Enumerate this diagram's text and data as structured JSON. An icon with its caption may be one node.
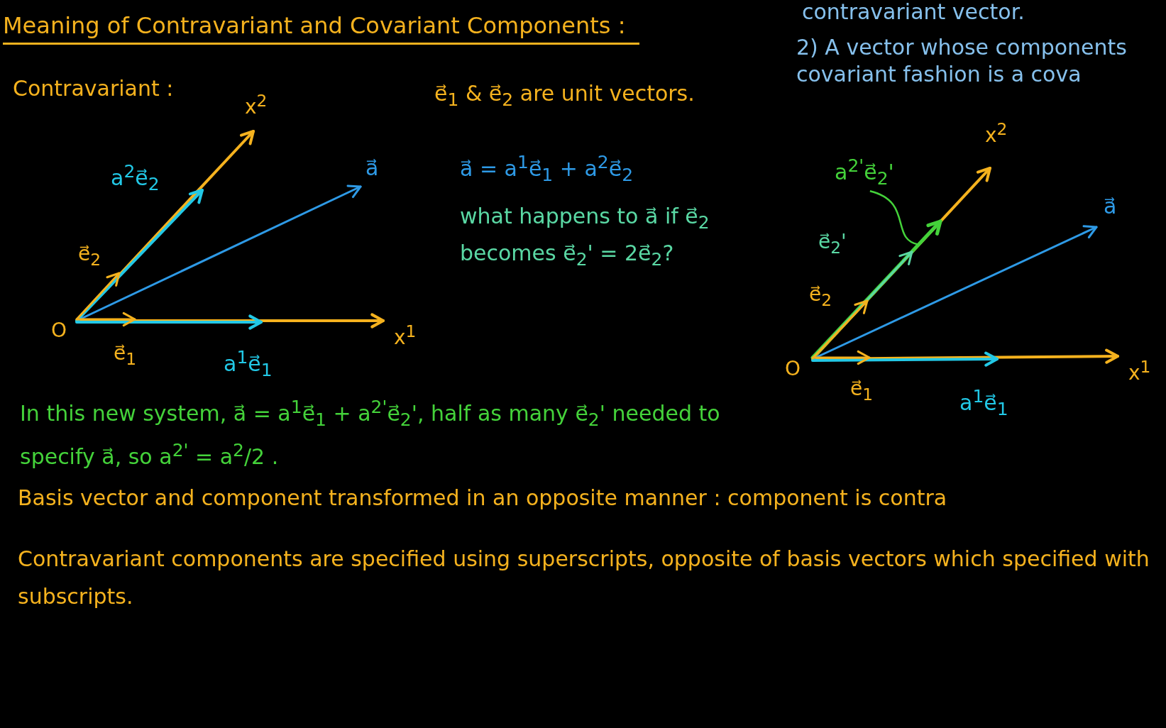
{
  "diagram": {
    "title": "Meaning of Contravariant and Covariant Components :",
    "nodes": [
      {
        "text": [
          "a$^{2'}$e⃗$_{2}$'"
        ]
      },
      {
        "text": [],
        "shape": "arrow"
      }
    ],
    "edges": [
      {
        "from": 0,
        "to": 1,
        "arrow": "none"
      }
    ],
    "labels": [
      "contravariant vector.",
      "2) A vector whose components covariant fashion is a cova",
      "Contravariant :",
      "x$^{2}$",
      "e⃗$_{1}$ & e⃗$_{2}$ are unit vectors.",
      "a$^{2}$e⃗$_{2}$",
      "a⃗",
      "a⃗ = a$^{1}$e⃗$_{1}$ + a$^{2}$e⃗$_{2}$",
      "what happens to a⃗ if e⃗$_{2}$ becomes e⃗$_{2}$' = 2e⃗$_{2}$?",
      "e⃗$_{2}$",
      "O",
      "x$^{1}$",
      "e⃗$_{1}$",
      "a$^{1}$e⃗$_{1}$",
      "x$^{2}$",
      "a⃗",
      "e⃗$_{2}$'",
      "e⃗$_{2}$",
      "O",
      "x$^{1}$",
      "e⃗$_{1}$",
      "a$^{1}$e⃗$_{1}$",
      "In this new system, a⃗ = a$^{1}$e⃗$_{1}$ + a$^{2'}$e⃗$_{2}$', half as many e⃗$_{2}$' needed to specify a⃗, so a$^{2'}$ = a$^{2}$/2 .",
      "Basis vector and component transformed in an opposite manner : component is contra",
      "Contravariant components are specified using superscripts, opposite of basis vectors which specified with subscripts."
    ]
  }
}
